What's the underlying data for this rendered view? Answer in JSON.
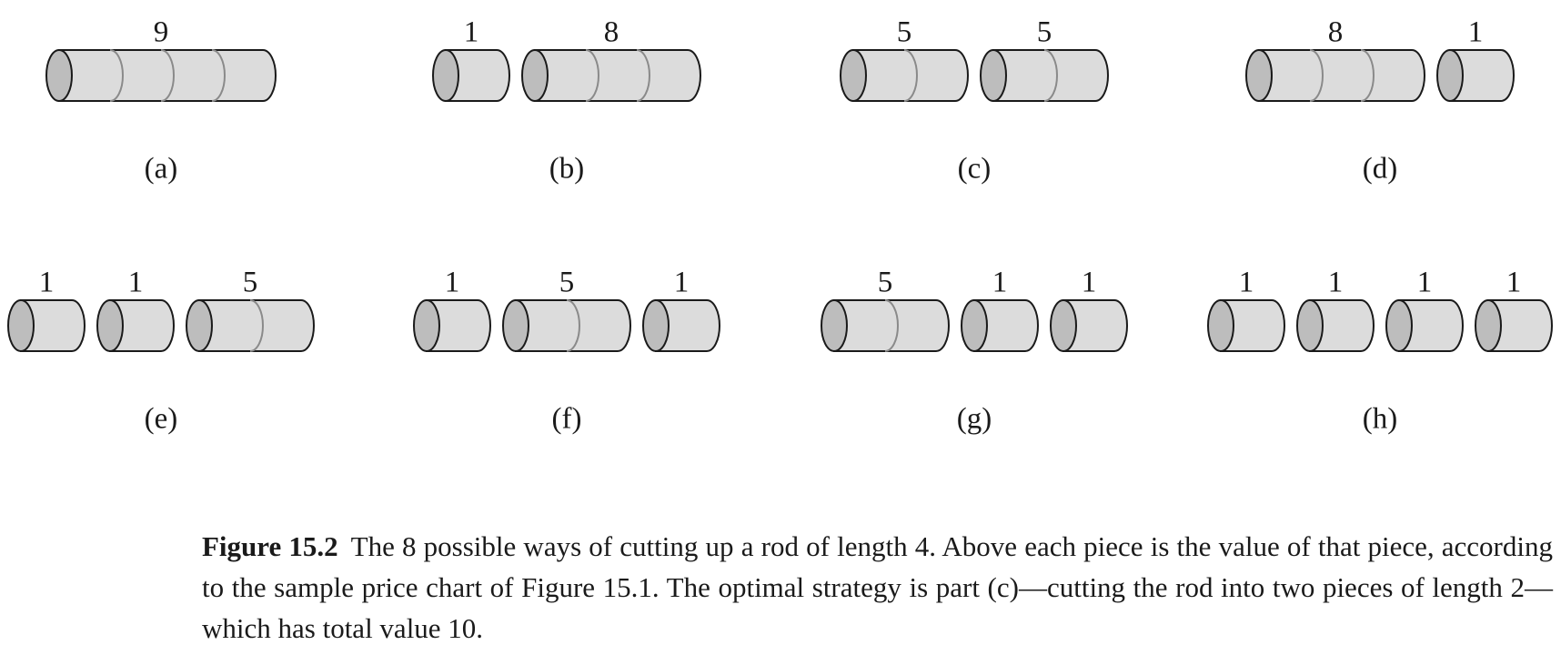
{
  "figure": {
    "panels": [
      {
        "label": "(a)",
        "pieces": [
          {
            "length": 4,
            "value": "9"
          }
        ]
      },
      {
        "label": "(b)",
        "pieces": [
          {
            "length": 1,
            "value": "1"
          },
          {
            "length": 3,
            "value": "8"
          }
        ]
      },
      {
        "label": "(c)",
        "pieces": [
          {
            "length": 2,
            "value": "5"
          },
          {
            "length": 2,
            "value": "5"
          }
        ]
      },
      {
        "label": "(d)",
        "pieces": [
          {
            "length": 3,
            "value": "8"
          },
          {
            "length": 1,
            "value": "1"
          }
        ]
      },
      {
        "label": "(e)",
        "pieces": [
          {
            "length": 1,
            "value": "1"
          },
          {
            "length": 1,
            "value": "1"
          },
          {
            "length": 2,
            "value": "5"
          }
        ]
      },
      {
        "label": "(f)",
        "pieces": [
          {
            "length": 1,
            "value": "1"
          },
          {
            "length": 2,
            "value": "5"
          },
          {
            "length": 1,
            "value": "1"
          }
        ]
      },
      {
        "label": "(g)",
        "pieces": [
          {
            "length": 2,
            "value": "5"
          },
          {
            "length": 1,
            "value": "1"
          },
          {
            "length": 1,
            "value": "1"
          }
        ]
      },
      {
        "label": "(h)",
        "pieces": [
          {
            "length": 1,
            "value": "1"
          },
          {
            "length": 1,
            "value": "1"
          },
          {
            "length": 1,
            "value": "1"
          },
          {
            "length": 1,
            "value": "1"
          }
        ]
      }
    ]
  },
  "caption": {
    "figure_number": "Figure 15.2",
    "text": "The 8 possible ways of cutting up a rod of length 4.  Above each piece is the value of that piece, according to the sample price chart of Figure 15.1.  The optimal strategy is part (c)—cutting the rod into two pieces of length 2—which has total value 10."
  }
}
